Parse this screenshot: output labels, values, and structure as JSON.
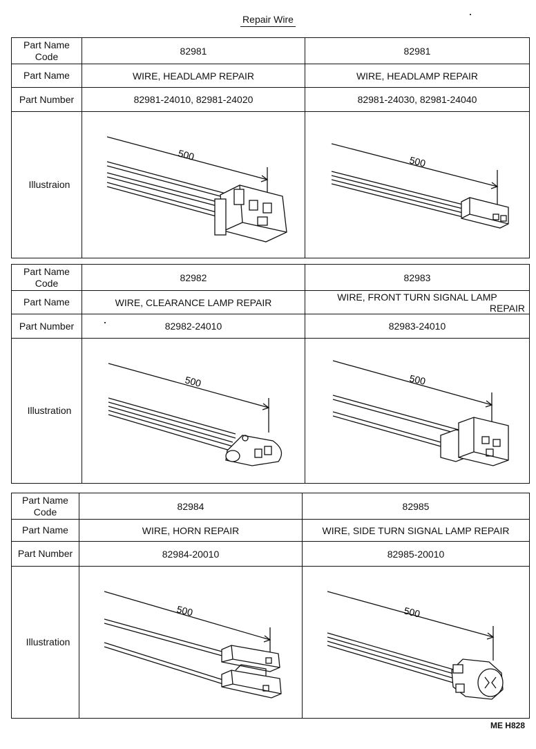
{
  "title": "Repair Wire",
  "footer_code": "ME H828",
  "labels": {
    "code": "Part Name Code",
    "name": "Part Name",
    "number": "Part Number"
  },
  "sections": [
    {
      "illustration_label": "Illustraion",
      "items": [
        {
          "code": "82981",
          "name": "WIRE, HEADLAMP REPAIR",
          "number": "82981-24010, 82981-24020",
          "dimension": "500",
          "icon": "connector-headlamp-large-icon"
        },
        {
          "code": "82981",
          "name": "WIRE, HEADLAMP REPAIR",
          "number": "82981-24030, 82981-24040",
          "dimension": "500",
          "icon": "connector-headlamp-small-icon"
        }
      ]
    },
    {
      "illustration_label": "Illustration",
      "items": [
        {
          "code": "82982",
          "name": "WIRE, CLEARANCE LAMP REPAIR",
          "number": "82982-24010",
          "dimension": "500",
          "icon": "connector-clearance-lamp-icon"
        },
        {
          "code": "82983",
          "name_line1": "WIRE, FRONT TURN SIGNAL LAMP",
          "name_line2": "REPAIR",
          "number": "82983-24010",
          "dimension": "500",
          "icon": "connector-front-turn-signal-icon"
        }
      ]
    },
    {
      "illustration_label": "Illustration",
      "items": [
        {
          "code": "82984",
          "name": "WIRE, HORN REPAIR",
          "number": "82984-20010",
          "dimension": "500",
          "icon": "connector-horn-icon"
        },
        {
          "code": "82985",
          "name": "WIRE, SIDE TURN SIGNAL LAMP REPAIR",
          "number": "82985-20010",
          "dimension": "500",
          "icon": "connector-side-turn-signal-icon"
        }
      ]
    }
  ]
}
